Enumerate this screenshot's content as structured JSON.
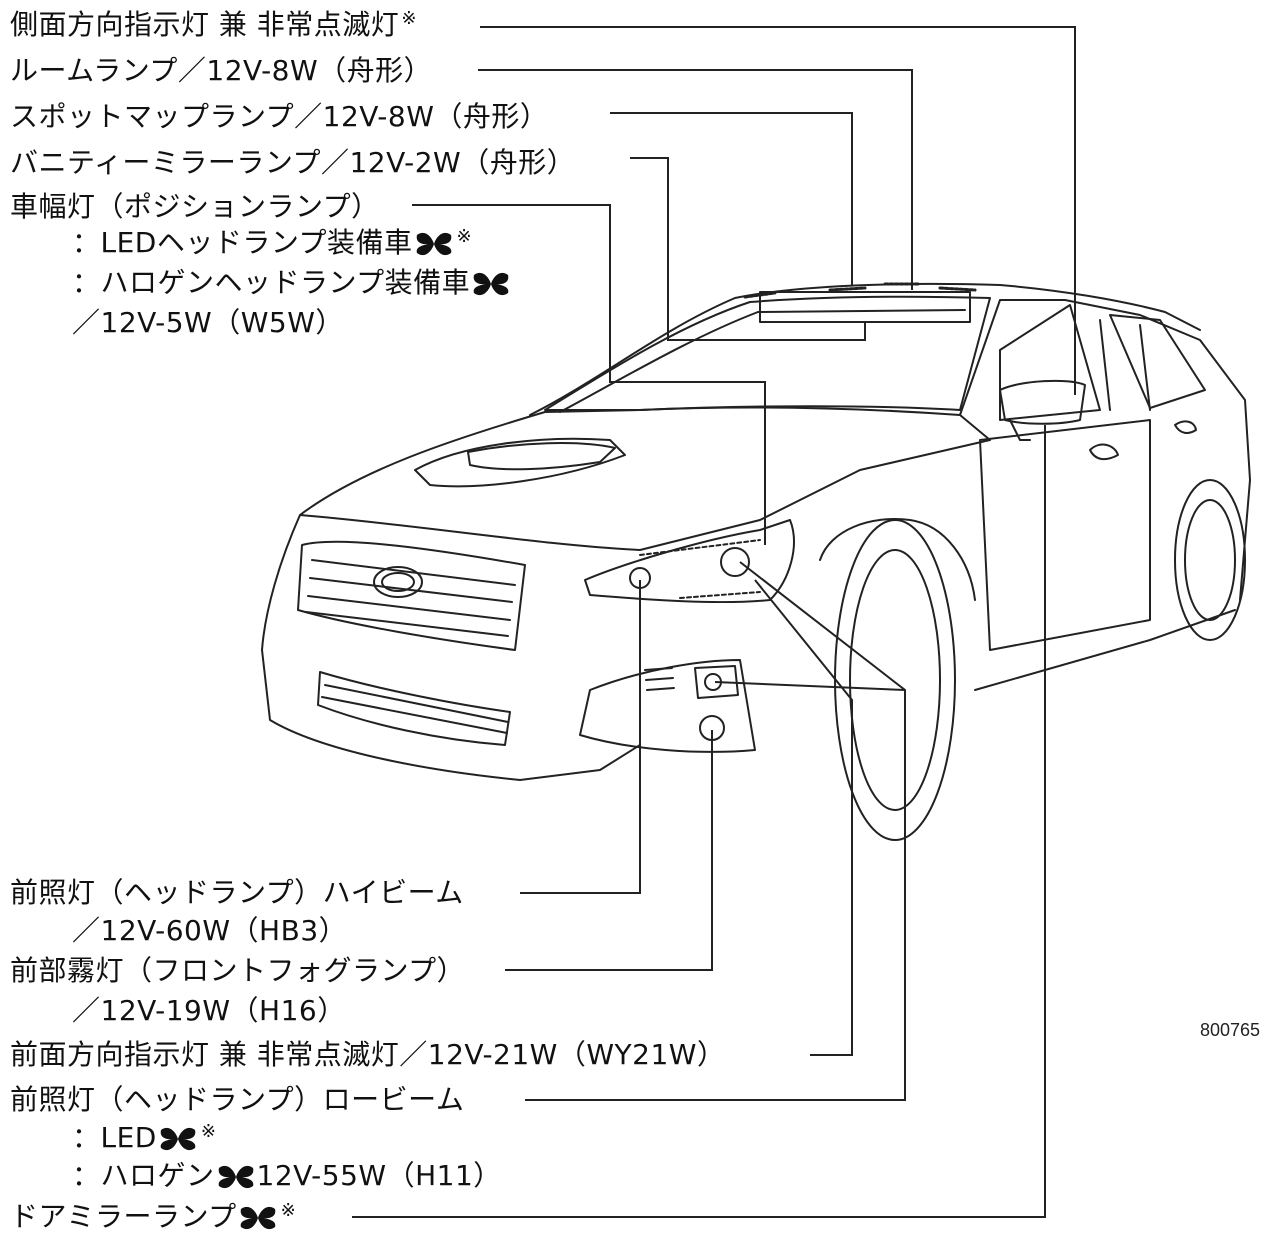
{
  "labels": {
    "side_turn": "側面方向指示灯 兼 非常点滅灯",
    "room_lamp": "ルームランプ／12V-8W（舟形）",
    "spot_map": "スポットマップランプ／12V-8W（舟形）",
    "vanity": "バニティーミラーランプ／12V-2W（舟形）",
    "position": "車幅灯（ポジションランプ）",
    "position_led": "：LEDヘッドランプ装備車",
    "position_halogen": "：ハロゲンヘッドランプ装備車",
    "position_spec": "／12V-5W（W5W）",
    "high_beam": "前照灯（ヘッドランプ）ハイビーム",
    "high_beam_spec": "／12V-60W（HB3）",
    "fog": "前部霧灯（フロントフォグランプ）",
    "fog_spec": "／12V-19W（H16）",
    "front_turn": "前面方向指示灯 兼 非常点滅灯／12V-21W（WY21W）",
    "low_beam": "前照灯（ヘッドランプ）ロービーム",
    "low_led": "：LED",
    "low_halogen": "：ハロゲン",
    "low_halogen_spec": "12V-55W（H11）",
    "door_mirror": "ドアミラーランプ",
    "note_mark": "※"
  },
  "figure_code": "800765",
  "icons": {
    "bulb": "dealer-replacement-bulb-icon"
  },
  "colors": {
    "line": "#222222",
    "ink": "#111111"
  }
}
